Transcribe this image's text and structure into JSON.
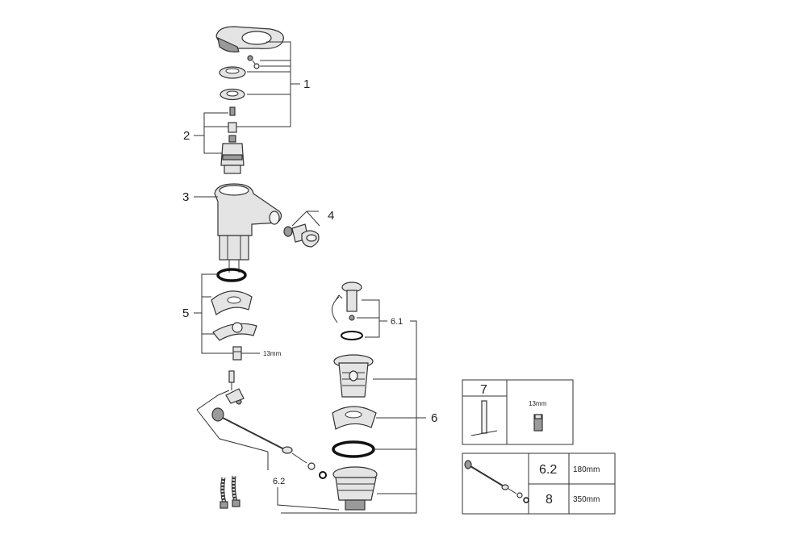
{
  "callouts": {
    "c1": "1",
    "c2": "2",
    "c3": "3",
    "c4": "4",
    "c5": "5",
    "c6": "6",
    "c61": "6.1",
    "c62": "6.2",
    "size_13mm": "13mm"
  },
  "tool_box": {
    "number": "7",
    "size": "13mm"
  },
  "hose_table": {
    "rows": [
      {
        "item": "6.2",
        "length": "180mm"
      },
      {
        "item": "8",
        "length": "350mm"
      }
    ]
  }
}
